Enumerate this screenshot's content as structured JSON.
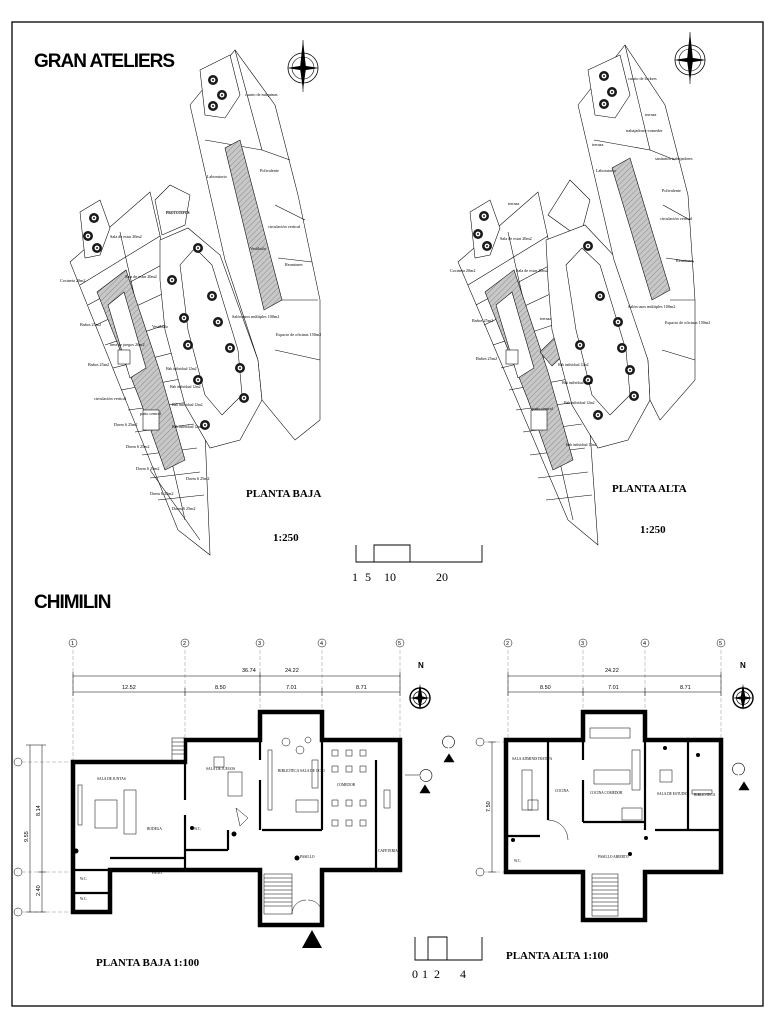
{
  "sections": {
    "gran_ateliers": {
      "title": "GRAN ATELIERS",
      "planta_baja": {
        "label": "PLANTA BAJA",
        "scale": "1:250",
        "rooms": {
          "cuarto_maquinas": "cuarto de máquinas",
          "laboratorio": "Laboratorio",
          "polivalente": "Polivalente",
          "prototipos": "PROTOTIPOS",
          "circulacion_vertical": "circulación vertical",
          "vestibulo": "Vestíbulo",
          "reuniones": "Reuniones",
          "sala_estar_1": "Sala de estar 20m2",
          "sala_estar_2": "Sala de estar 20m2",
          "cocineta": "Cocineta 20m2",
          "sala_multiusos": "Salón usos múltiples 100m2",
          "espacio_oficinas": "Espacio de oficinas 150m2",
          "area_juegos": "área de juegos 20m2",
          "banos_1": "Baños 25m2",
          "banos_2": "Baños 25m2",
          "patio_central": "patio central",
          "circ_vertical_2": "circulación vertical",
          "hab_individual": "Hab individual 12m2",
          "dorm": "Dorm 6 25m2"
        }
      },
      "planta_alta": {
        "label": "PLANTA ALTA",
        "scale": "1:250",
        "rooms": {
          "cuarto_lockers": "cuarto de lockers",
          "terraza_1": "terraza",
          "terraza_2": "terraza",
          "laboratorio": "Laboratorio",
          "trabajadores": "trabajadores-comedor",
          "sanitarios": "sanitarios trabajadores",
          "polivalente": "Polivalente",
          "circulacion_vertical": "circulación vertical",
          "reuniones": "Reuniones",
          "salon_usos": "Salón usos múltiples 100m2",
          "espacio_oficinas": "Espacio de oficinas 150m2",
          "sala_estar": "Sala de estar 20m2",
          "cocineta": "Cocineta 20m2",
          "banos": "Baños 25m2",
          "patio_central": "patio central",
          "hab_individual": "Hab individual 12m2"
        }
      },
      "scale_bar": {
        "ticks": [
          "1",
          "5",
          "10",
          "20"
        ]
      }
    },
    "chimilin": {
      "title": "CHIMILIN",
      "planta_baja": {
        "label": "PLANTA BAJA 1:100",
        "dims": {
          "total": "36.74",
          "right": "24.22",
          "seg": [
            "12.52",
            "8.50",
            "7.01",
            "8.71"
          ],
          "vert_total": "9.55",
          "vert_segs": [
            "8.14",
            "2.40"
          ]
        },
        "rooms": {
          "sala_juntas": "SALA DE JUNTAS",
          "sala_juegos": "SALA DE JUEGOS",
          "biblioteca": "BIBLIOTECA SALA DE OCIO",
          "comedor": "COMEDOR",
          "patio": "PATIO",
          "cafeteria": "CAFETERIA",
          "pasillo": "PASILLO",
          "bodega": "BODEGA",
          "wc": "W.C."
        }
      },
      "planta_alta": {
        "label": "PLANTA ALTA 1:100",
        "dims": {
          "total": "24.22",
          "seg": [
            "8.50",
            "7.01",
            "8.71"
          ],
          "vert": "7.50"
        },
        "rooms": {
          "sala_admin": "SALA ADMINISTRATIVA",
          "cocina": "COCINA",
          "cocina_comedor": "COCINA COMEDOR",
          "sala_estudio": "SALA DE ESTUDIO",
          "biblioteca": "BIBLIOTECA",
          "pasillo": "PASILLO ABIERTO",
          "wc": "W.C."
        }
      },
      "scale_bar": {
        "ticks": [
          "0",
          "1",
          "2",
          "4"
        ]
      },
      "grid_bubbles": [
        "1",
        "2",
        "3",
        "4",
        "5"
      ]
    }
  },
  "compass": {
    "label": "N"
  }
}
